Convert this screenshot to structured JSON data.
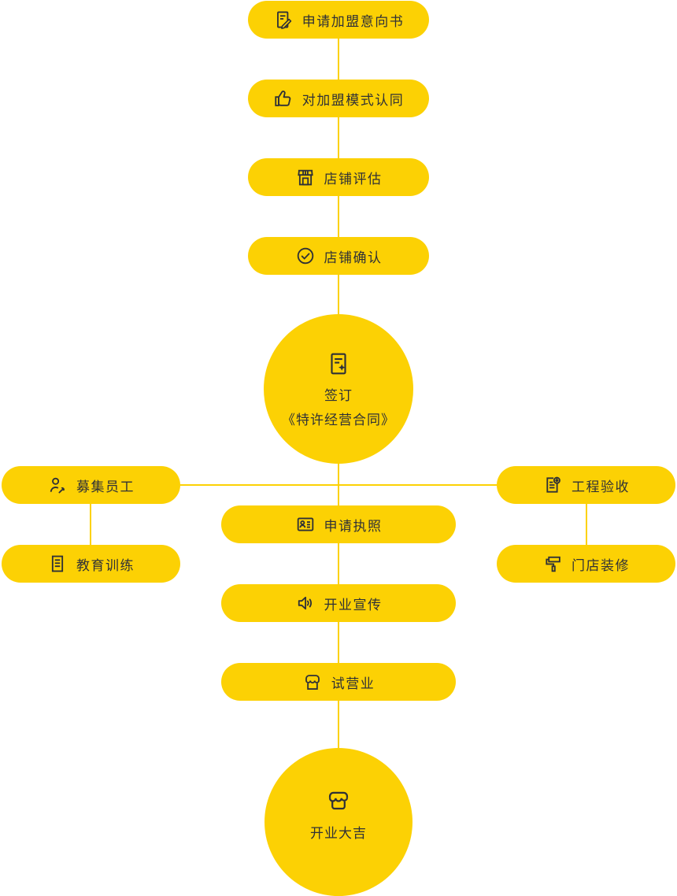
{
  "colors": {
    "node_fill": "#FCD104",
    "connector": "#FCD104",
    "text": "#2F3136",
    "background": "#FFFFFF"
  },
  "flow": {
    "nodes": {
      "intent": {
        "label": "申请加盟意向书",
        "icon": "edit-document-icon"
      },
      "model": {
        "label": "对加盟模式认同",
        "icon": "thumbs-up-icon"
      },
      "evaluate": {
        "label": "店铺评估",
        "icon": "storefront-awning-icon"
      },
      "confirm": {
        "label": "店铺确认",
        "icon": "check-circle-icon"
      },
      "contract": {
        "line1": "签订",
        "line2": "《特许经营合同》",
        "icon": "contract-star-icon"
      },
      "recruit": {
        "label": "募集员工",
        "icon": "worker-wrench-icon"
      },
      "training": {
        "label": "教育训练",
        "icon": "notebook-icon"
      },
      "inspection": {
        "label": "工程验收",
        "icon": "report-check-icon"
      },
      "decoration": {
        "label": "门店装修",
        "icon": "paint-roller-icon"
      },
      "license": {
        "label": "申请执照",
        "icon": "id-card-icon"
      },
      "promotion": {
        "label": "开业宣传",
        "icon": "speaker-icon"
      },
      "trial": {
        "label": "试营业",
        "icon": "shop-awning-icon"
      },
      "opening": {
        "label": "开业大吉",
        "icon": "store-front-icon"
      }
    }
  }
}
